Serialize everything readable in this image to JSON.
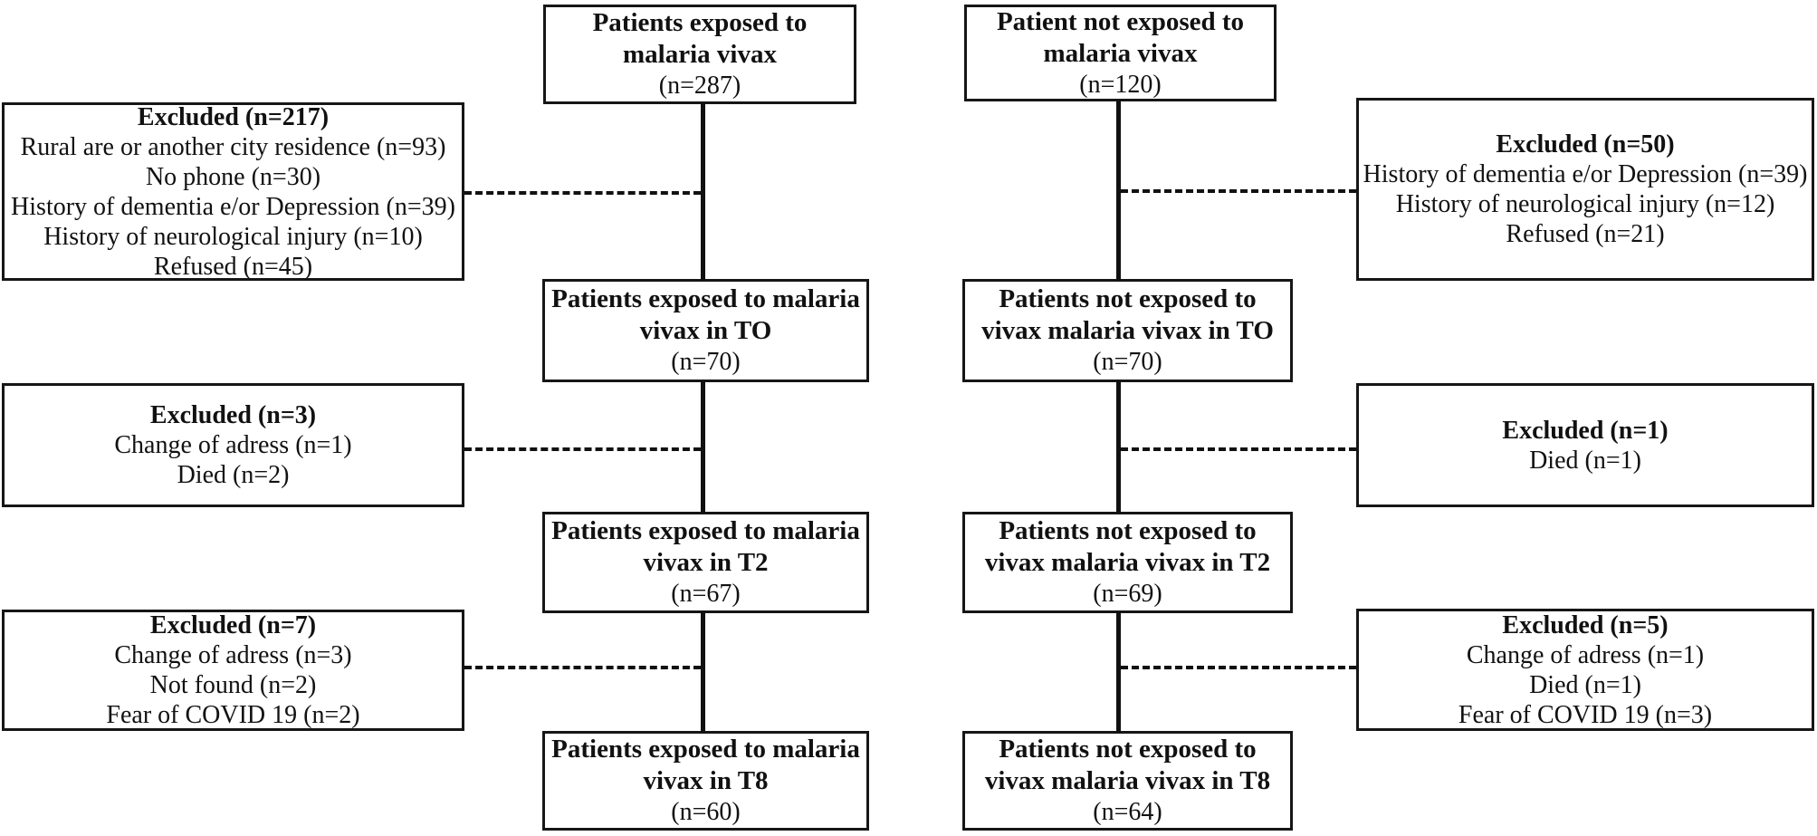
{
  "diagram": {
    "colors": {
      "line": "#111111",
      "border": "#161616",
      "background": "#ffffff",
      "text": "#111111"
    },
    "exposed": {
      "main": [
        {
          "line1": "Patients exposed to",
          "line2": "malaria vivax",
          "n": "(n=287)"
        },
        {
          "line1": "Patients exposed to malaria",
          "line2": "vivax in TO",
          "n": "(n=70)"
        },
        {
          "line1": "Patients exposed to malaria",
          "line2": "vivax in T2",
          "n": "(n=67)"
        },
        {
          "line1": "Patients exposed to malaria",
          "line2": "vivax in T8",
          "n": "(n=60)"
        }
      ],
      "excluded": [
        {
          "title": "Excluded (n=217)",
          "items": [
            "Rural are or another city residence (n=93)",
            "No phone (n=30)",
            "History of dementia e/or Depression (n=39)",
            "History of neurological injury (n=10)",
            "Refused (n=45)"
          ]
        },
        {
          "title": "Excluded (n=3)",
          "items": [
            "Change of adress (n=1)",
            "Died (n=2)"
          ]
        },
        {
          "title": "Excluded (n=7)",
          "items": [
            "Change of adress (n=3)",
            "Not found (n=2)",
            "Fear of COVID 19 (n=2)"
          ]
        }
      ]
    },
    "not_exposed": {
      "main": [
        {
          "line1": "Patient not exposed to",
          "line2": "malaria vivax",
          "n": "(n=120)"
        },
        {
          "line1": "Patients not exposed to",
          "line2": "vivax malaria vivax in TO",
          "n": "(n=70)"
        },
        {
          "line1": "Patients not exposed to",
          "line2": "vivax malaria vivax in T2",
          "n": "(n=69)"
        },
        {
          "line1": "Patients not exposed to",
          "line2": "vivax malaria vivax in T8",
          "n": "(n=64)"
        }
      ],
      "excluded": [
        {
          "title": "Excluded (n=50)",
          "items": [
            "History of dementia e/or Depression (n=39)",
            "History of neurological injury (n=12)",
            "Refused (n=21)"
          ]
        },
        {
          "title": "Excluded (n=1)",
          "items": [
            "Died (n=1)"
          ]
        },
        {
          "title": "Excluded (n=5)",
          "items": [
            "Change of adress (n=1)",
            "Died (n=1)",
            "Fear of COVID 19 (n=3)"
          ]
        }
      ]
    }
  }
}
